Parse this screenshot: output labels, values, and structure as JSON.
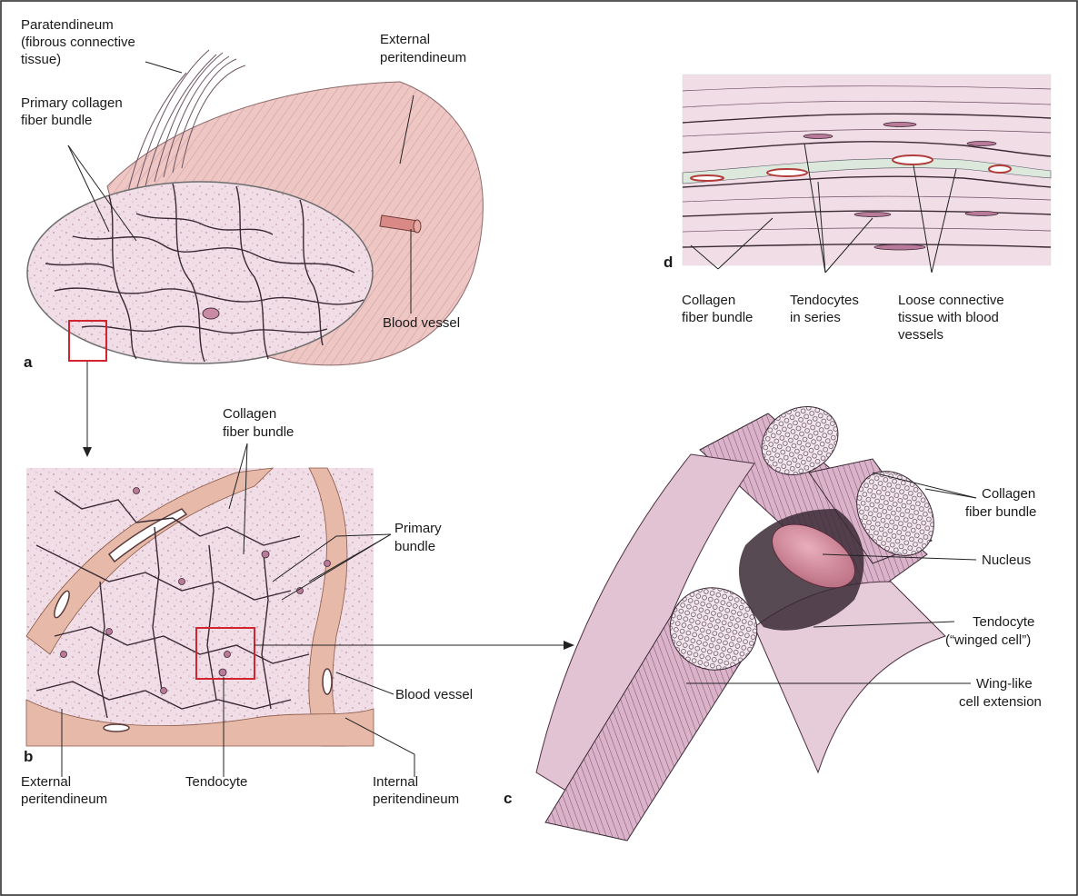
{
  "colors": {
    "tissue_pink": "#f1dde6",
    "sheath_pink": "#eec6c4",
    "peritendineum_tan": "#e6b9a8",
    "nucleus": "#d68a9a",
    "highlight_box": "#d1242f",
    "fiber_mauve": "#c99ab6"
  },
  "panels": {
    "a": {
      "letter": "a",
      "labels": {
        "paratendineum_1": "Paratendineum",
        "paratendineum_2": "(fibrous connective",
        "paratendineum_3": "tissue)",
        "primary_bundle_1": "Primary collagen",
        "primary_bundle_2": "fiber bundle",
        "ext_peri_1": "External",
        "ext_peri_2": "peritendineum",
        "blood_vessel": "Blood vessel"
      }
    },
    "b": {
      "letter": "b",
      "labels": {
        "collagen_1": "Collagen",
        "collagen_2": "fiber bundle",
        "primary_1": "Primary",
        "primary_2": "bundle",
        "blood_vessel": "Blood vessel",
        "ext_peri_1": "External",
        "ext_peri_2": "peritendineum",
        "tendocyte": "Tendocyte",
        "int_peri_1": "Internal",
        "int_peri_2": "peritendineum"
      }
    },
    "c": {
      "letter": "c",
      "labels": {
        "collagen_1": "Collagen",
        "collagen_2": "fiber bundle",
        "nucleus": "Nucleus",
        "tendocyte_1": "Tendocyte",
        "tendocyte_2": "(“winged cell”)",
        "wing_1": "Wing-like",
        "wing_2": "cell extension"
      }
    },
    "d": {
      "letter": "d",
      "labels": {
        "collagen_1": "Collagen",
        "collagen_2": "fiber bundle",
        "tendocytes_1": "Tendocytes",
        "tendocytes_2": "in series",
        "loose_1": "Loose connective",
        "loose_2": "tissue with blood",
        "loose_3": "vessels"
      }
    }
  }
}
